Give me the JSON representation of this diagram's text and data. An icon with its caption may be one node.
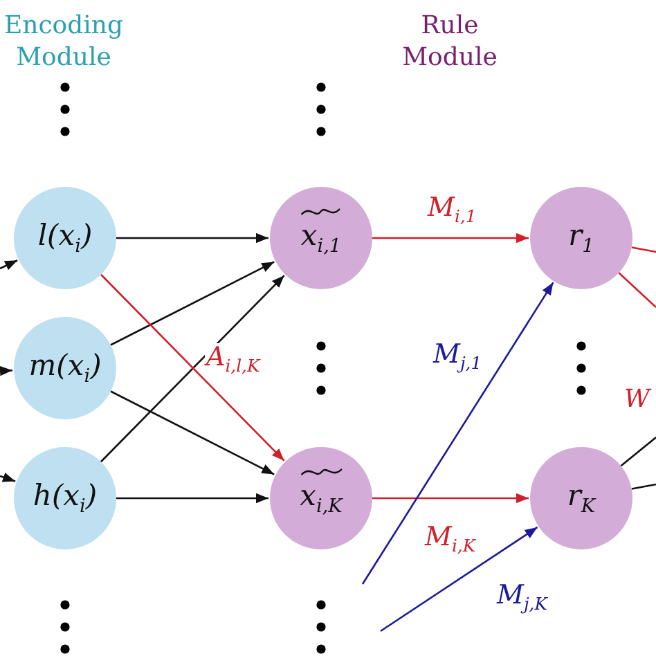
{
  "diagram": {
    "nodes": [
      {
        "text": [
          "l(x$_{i}$)"
        ]
      },
      {
        "text": [
          "m(x$_{i}$)"
        ]
      },
      {
        "text": [
          "h(x$_{i}$)"
        ]
      },
      {
        "text": [
          "x$_{i,1}$"
        ]
      },
      {
        "text": [
          "x$_{i,K}$"
        ]
      },
      {
        "text": [
          "r$_{1}$"
        ]
      },
      {
        "text": [
          "r$_{K}$"
        ]
      }
    ],
    "edges": [
      {
        "from": null,
        "to": 0,
        "arrow": "to"
      },
      {
        "from": null,
        "to": 1,
        "arrow": "to"
      },
      {
        "from": null,
        "to": 2,
        "arrow": "to"
      },
      {
        "from": 0,
        "to": 3,
        "arrow": "to"
      },
      {
        "from": 1,
        "to": 3,
        "arrow": "to"
      },
      {
        "from": 2,
        "to": 3,
        "arrow": "to"
      },
      {
        "from": 1,
        "to": 4,
        "arrow": "to"
      },
      {
        "from": 2,
        "to": 4,
        "arrow": "to"
      },
      {
        "from": 0,
        "to": 4,
        "arrow": "to",
        "label": "A$_{i,l,K}$",
        "color": "#d0202a"
      },
      {
        "from": 3,
        "to": 5,
        "arrow": "to",
        "label": "M$_{i,1}$",
        "color": "#d0202a"
      },
      {
        "from": 4,
        "to": 6,
        "arrow": "to",
        "label": "M$_{i,K}$",
        "color": "#d0202a"
      },
      {
        "from": null,
        "to": 5,
        "arrow": "to",
        "label": "M$_{j,1}$",
        "color": "#1a1a9a"
      },
      {
        "from": null,
        "to": 6,
        "arrow": "to",
        "label": "M$_{j,K}$",
        "color": "#1a1a9a"
      },
      {
        "from": 5,
        "to": null,
        "arrow": "none",
        "color": "#d0202a"
      },
      {
        "from": 5,
        "to": null,
        "arrow": "none",
        "color": "#d0202a"
      },
      {
        "from": 6,
        "to": null,
        "arrow": "none"
      },
      {
        "from": 6,
        "to": null,
        "arrow": "none"
      }
    ],
    "labels": [
      "Encoding Module",
      "Rule Module",
      "W"
    ]
  }
}
